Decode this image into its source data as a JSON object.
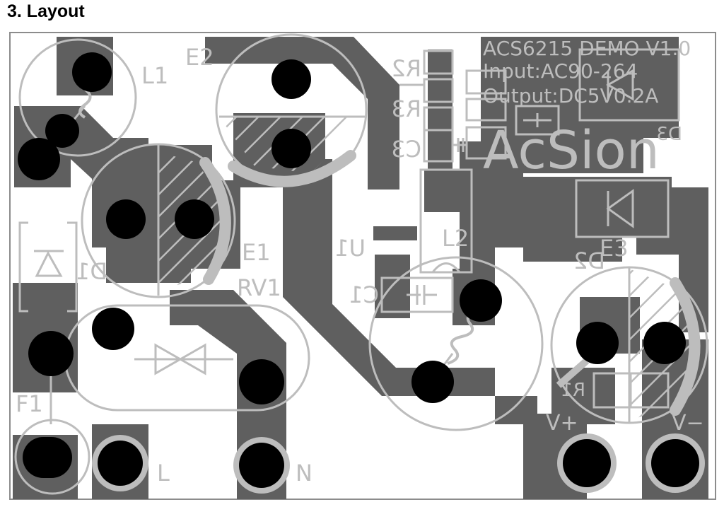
{
  "heading": "3.  Layout",
  "board": {
    "title_lines": [
      "ACS6215 DEMO V1.0",
      "Input:AC90-264",
      "Output:DC5V0.2A"
    ],
    "logo": "AcSion",
    "components": {
      "L1": "L1",
      "L2": "L2",
      "E1": "E1",
      "E2": "E2",
      "E3": "E3",
      "R2": "R2",
      "R3": "R3",
      "C3": "C3",
      "C1": "C1",
      "U1": "U1",
      "D1": "D1",
      "D2": "D2",
      "D3": "D3",
      "RV1": "RV1",
      "F1": "F1",
      "R1": "R1"
    },
    "terminals": {
      "L": "L",
      "N": "N",
      "V+": "V+",
      "V-": "V−"
    }
  },
  "colors": {
    "copper": "#5f5f5f",
    "silkscreen": "#bdbdbd",
    "pad": "#000000",
    "background": "#ffffff",
    "outline": "#8c8c8c"
  }
}
